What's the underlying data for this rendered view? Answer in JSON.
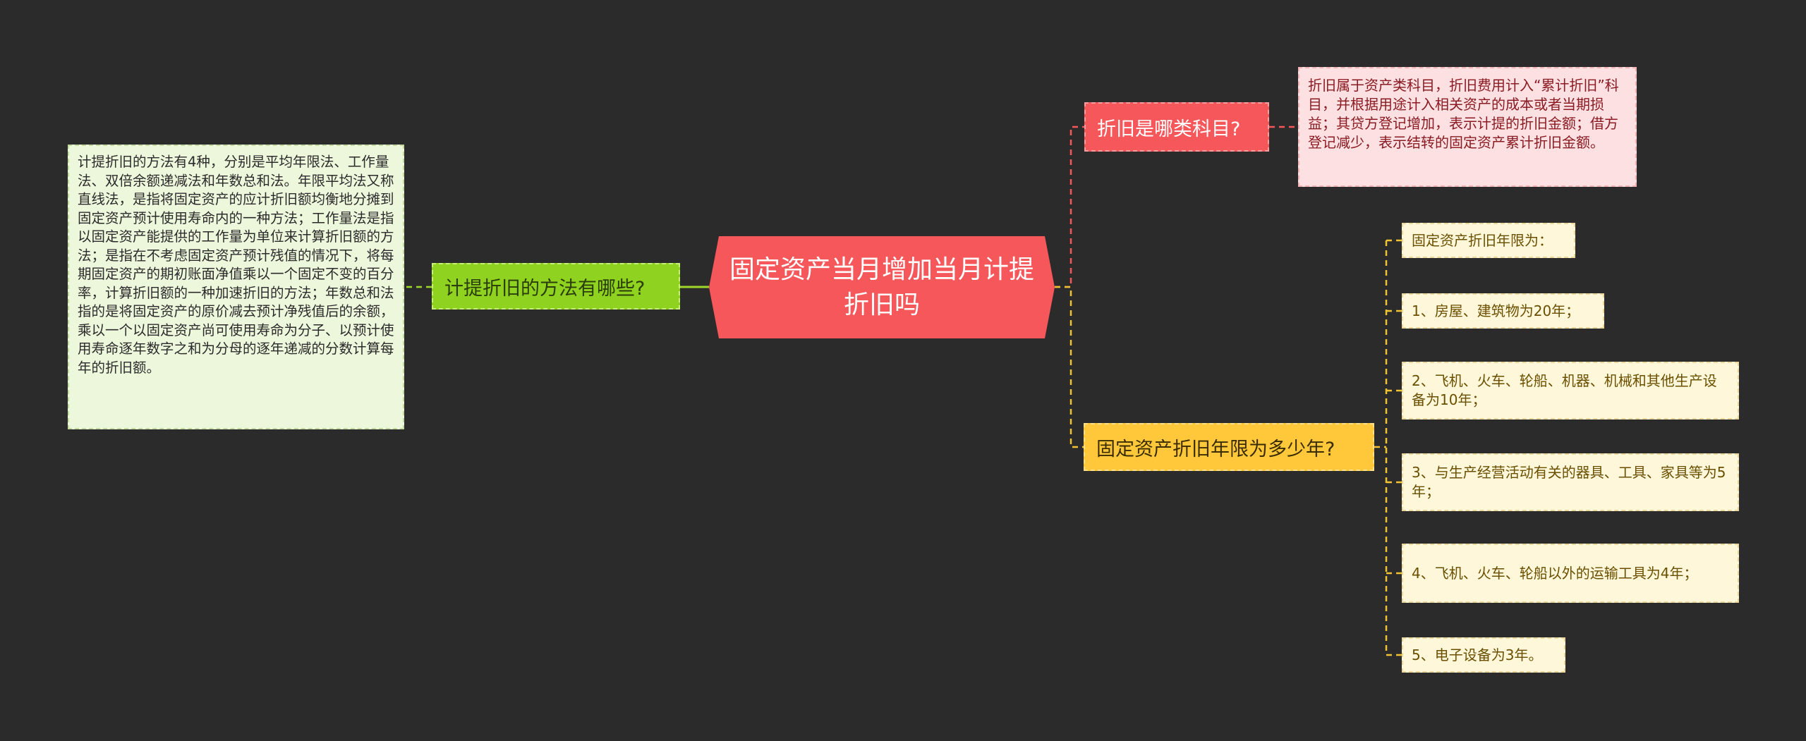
{
  "root": {
    "title": "固定资产当月增加当月计提折旧吗"
  },
  "branches": {
    "method": {
      "label": "计提折旧的方法有哪些?",
      "detail": "计提折旧的方法有4种，分别是平均年限法、工作量法、双倍余额递减法和年数总和法。年限平均法又称直线法，是指将固定资产的应计折旧额均衡地分摊到固定资产预计使用寿命内的一种方法；工作量法是指以固定资产能提供的工作量为单位来计算折旧额的方法；是指在不考虑固定资产预计残值的情况下，将每期固定资产的期初账面净值乘以一个固定不变的百分率，计算折旧额的一种加速折旧的方法；年数总和法指的是将固定资产的原价减去预计净残值后的余额，乘以一个以固定资产尚可使用寿命为分子、以预计使用寿命逐年数字之和为分母的逐年递减的分数计算每年的折旧额。"
    },
    "category": {
      "label": "折旧是哪类科目?",
      "detail": "折旧属于资产类科目，折旧费用计入“累计折旧”科目，并根据用途计入相关资产的成本或者当期损益；其贷方登记增加，表示计提的折旧金额；借方登记减少，表示结转的固定资产累计折旧金额。"
    },
    "years": {
      "label": "固定资产折旧年限为多少年?",
      "items": [
        "固定资产折旧年限为：",
        "1、房屋、建筑物为20年；",
        "2、飞机、火车、轮船、机器、机械和其他生产设备为10年；",
        "3、与生产经营活动有关的器具、工具、家具等为5年；",
        "4、飞机、火车、轮船以外的运输工具为4年；",
        "5、电子设备为3年。"
      ]
    }
  },
  "colors": {
    "background": "#2b2b2b",
    "root": "#f5575a",
    "green": "#8fd21f",
    "red": "#f5575a",
    "yellow": "#ffc83a",
    "connector_green": "#9ed92a",
    "connector_red": "#f5575a",
    "connector_yellow": "#f2c330"
  }
}
